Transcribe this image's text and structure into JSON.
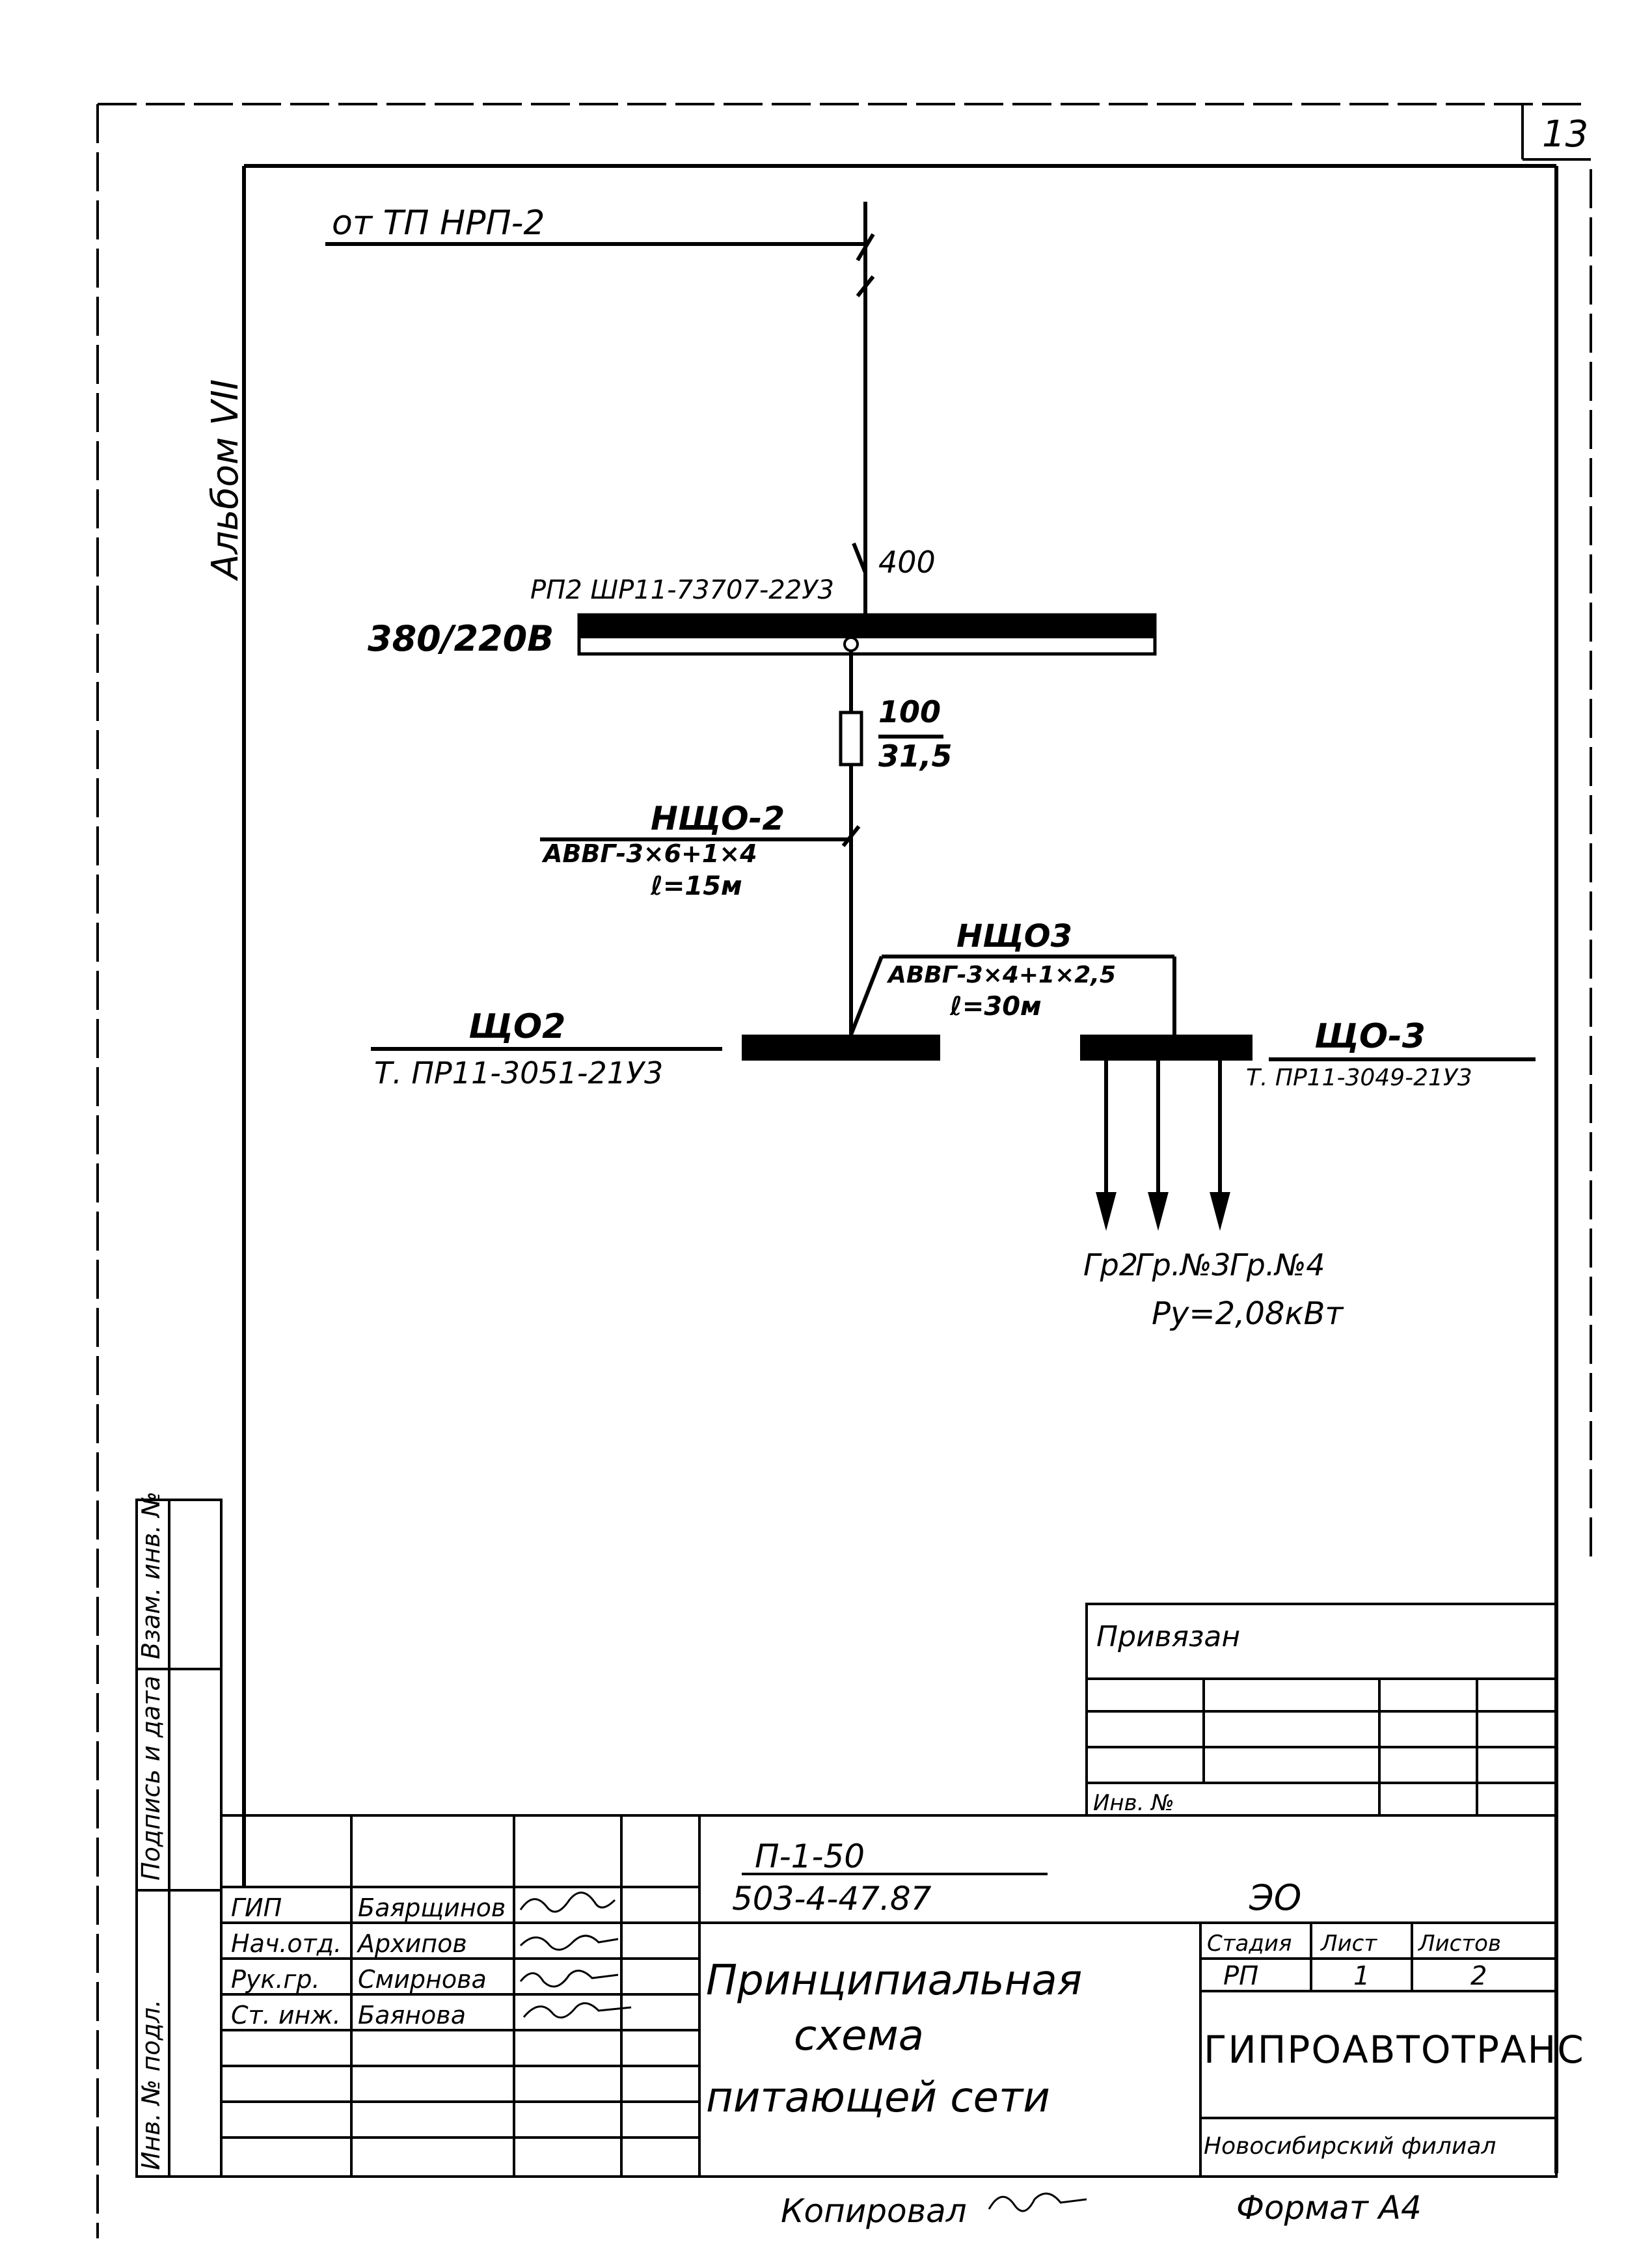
{
  "page_number": "13",
  "album": "Альбом VII",
  "side_stamps": {
    "inv_replace": "Взам. инв. №",
    "sign_date": "Подпись и дата",
    "inv_orig": "Инв. № подл."
  },
  "diagram": {
    "source": "от ТП НРП-2",
    "breaker": {
      "label": "РП2 ШР11-73707-22У3",
      "rating": "400"
    },
    "bus_voltage": "380/220В",
    "fuse": {
      "nominal": "100",
      "insert": "31,5"
    },
    "feeder1": {
      "name": "НЩО-2",
      "cable": "АВВГ-3×6+1×4",
      "length": "ℓ=15м"
    },
    "feeder2": {
      "name": "НЩО3",
      "cable": "АВВГ-3×4+1×2,5",
      "length": "ℓ=30м"
    },
    "panel1": {
      "name": "ЩО2",
      "type": "Т. ПР11-3051-21У3"
    },
    "panel2": {
      "name": "ЩО-3",
      "type": "Т. ПР11-3049-21У3"
    },
    "groups": [
      "Гр2",
      "Гр.№3",
      "Гр.№4"
    ],
    "power": "Ру=2,08кВт"
  },
  "privyazan": {
    "title": "Привязан",
    "inv": "Инв. №"
  },
  "title_block": {
    "roles": [
      "ГИП",
      "Нач.отд.",
      "Рук.гр.",
      "Ст. инж."
    ],
    "names": [
      "Баярщинов",
      "Архипов",
      "Смирнова",
      "Баянова"
    ],
    "code1": "П-1-50",
    "code2": "503-4-47.87",
    "mark": "ЭО",
    "title_lines": [
      "Принципиальная",
      "схема",
      "питающей сети"
    ],
    "stage_header": "Стадия",
    "sheet_header": "Лист",
    "sheets_header": "Листов",
    "stage": "РП",
    "sheet": "1",
    "sheets": "2",
    "org": "ГИПРОАВТОТРАНС",
    "branch": "Новосибирский филиал"
  },
  "footer": {
    "copied": "Копировал",
    "format": "Формат А4"
  }
}
